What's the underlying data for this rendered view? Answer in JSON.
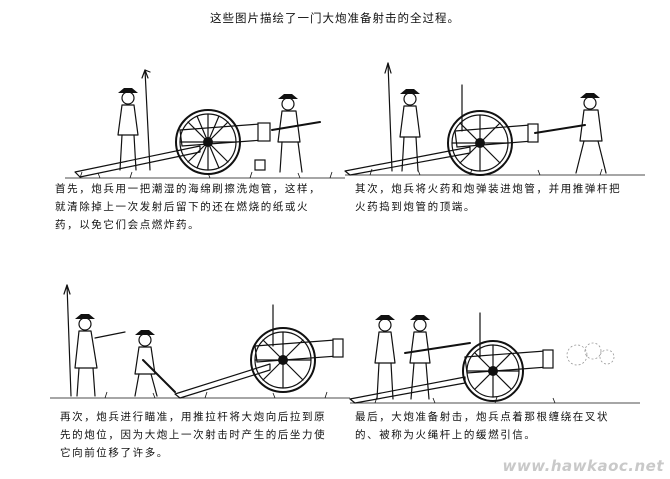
{
  "title": "这些图片描绘了一门大炮准备射击的全过程。",
  "panels": [
    {
      "caption": "首先，炮兵用一把潮湿的海绵刷擦洗炮管，这样，就清除掉上一次发射后留下的还在燃烧的纸或火药，以免它们会点燃炸药。"
    },
    {
      "caption": "其次，炮兵将火药和炮弹装进炮管，并用推弹杆把火药捣到炮管的顶端。"
    },
    {
      "caption": "再次，炮兵进行瞄准，用推拉杆将大炮向后拉到原先的炮位，因为大炮上一次射击时产生的后坐力使它向前位移了许多。"
    },
    {
      "caption": "最后，大炮准备射击，炮兵点着那根缠绕在叉状的、被称为火绳杆上的缓燃引信。"
    }
  ],
  "watermark": "www.hawkaoc.net"
}
